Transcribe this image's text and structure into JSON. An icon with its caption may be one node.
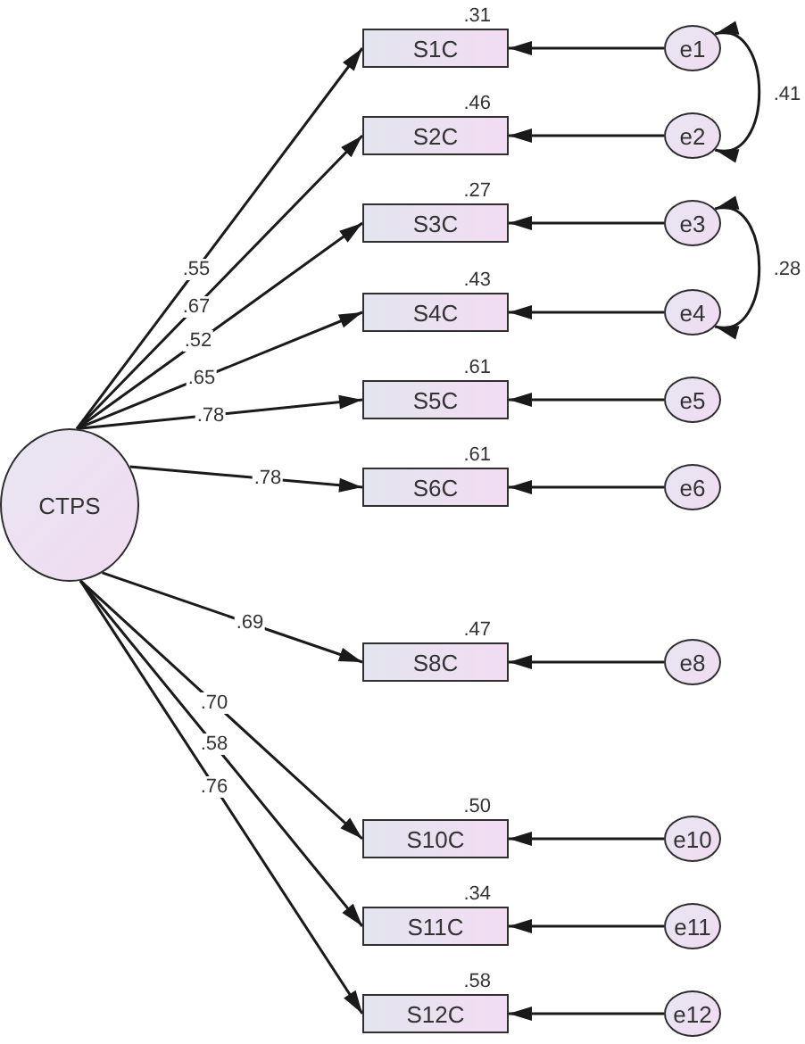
{
  "diagram": {
    "nodes": [
      {
        "text": [
          "CTPS"
        ]
      },
      {
        "text": [
          "S1C"
        ],
        "beside": [
          ".31"
        ]
      },
      {
        "text": [
          "S2C"
        ],
        "beside": [
          ".46"
        ]
      },
      {
        "text": [
          "S3C"
        ],
        "beside": [
          ".27"
        ]
      },
      {
        "text": [
          "S4C"
        ],
        "beside": [
          ".43"
        ]
      },
      {
        "text": [
          "S5C"
        ],
        "beside": [
          ".61"
        ]
      },
      {
        "text": [
          "S6C"
        ],
        "beside": [
          ".61"
        ]
      },
      {
        "text": [
          "S8C"
        ],
        "beside": [
          ".47"
        ]
      },
      {
        "text": [
          "S10C"
        ],
        "beside": [
          ".50"
        ]
      },
      {
        "text": [
          "S11C"
        ],
        "beside": [
          ".34"
        ]
      },
      {
        "text": [
          "S12C"
        ],
        "beside": [
          ".58"
        ]
      },
      {
        "text": [
          "e1"
        ]
      },
      {
        "text": [
          "e2"
        ]
      },
      {
        "text": [
          "e3"
        ]
      },
      {
        "text": [
          "e4"
        ]
      },
      {
        "text": [
          "e5"
        ]
      },
      {
        "text": [
          "e6"
        ]
      },
      {
        "text": [
          "e8"
        ]
      },
      {
        "text": [
          "e10"
        ]
      },
      {
        "text": [
          "e11"
        ]
      },
      {
        "text": [
          "e12"
        ]
      }
    ],
    "edges": [
      {
        "from": 0,
        "to": 1,
        "arrow": "to",
        "label": ".55"
      },
      {
        "from": 0,
        "to": 2,
        "arrow": "to",
        "label": ".67"
      },
      {
        "from": 0,
        "to": 3,
        "arrow": "to",
        "label": ".52"
      },
      {
        "from": 0,
        "to": 4,
        "arrow": "to",
        "label": ".65"
      },
      {
        "from": 0,
        "to": 5,
        "arrow": "to",
        "label": ".78"
      },
      {
        "from": 0,
        "to": 6,
        "arrow": "to",
        "label": ".78"
      },
      {
        "from": 0,
        "to": 7,
        "arrow": "to",
        "label": ".69"
      },
      {
        "from": 0,
        "to": 8,
        "arrow": "to",
        "label": ".70"
      },
      {
        "from": 0,
        "to": 9,
        "arrow": "to",
        "label": ".58"
      },
      {
        "from": 0,
        "to": 10,
        "arrow": "to",
        "label": ".76"
      },
      {
        "from": 11,
        "to": 1,
        "arrow": "to"
      },
      {
        "from": 12,
        "to": 2,
        "arrow": "to"
      },
      {
        "from": 13,
        "to": 3,
        "arrow": "to"
      },
      {
        "from": 14,
        "to": 4,
        "arrow": "to"
      },
      {
        "from": 15,
        "to": 5,
        "arrow": "to"
      },
      {
        "from": 16,
        "to": 6,
        "arrow": "to"
      },
      {
        "from": 17,
        "to": 7,
        "arrow": "to"
      },
      {
        "from": 18,
        "to": 8,
        "arrow": "to"
      },
      {
        "from": 19,
        "to": 9,
        "arrow": "to"
      },
      {
        "from": 20,
        "to": 10,
        "arrow": "to"
      },
      {
        "from": 11,
        "to": 12,
        "arrow": "both",
        "label": ".41"
      },
      {
        "from": 13,
        "to": 14,
        "arrow": "both",
        "label": ".28"
      }
    ]
  }
}
